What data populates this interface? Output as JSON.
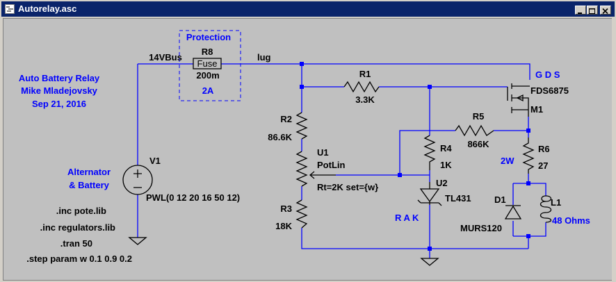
{
  "window": {
    "title": "Autorelay.asc"
  },
  "colors": {
    "wire": "#0000ff",
    "part": "#000000",
    "background": "#c0c0c0",
    "label": "#0000ff",
    "titlebar": "#0a246a"
  },
  "schematic": {
    "notes": {
      "title": "Auto Battery Relay",
      "author": "Mike Mladejovsky",
      "date": "Sep 21, 2016",
      "directives": [
        ".inc pote.lib",
        ".inc regulators.lib",
        ".tran 50",
        ".step param w  0.1 0.9 0.2"
      ],
      "gds": "G D S",
      "rak": "R A K",
      "power_2w": "2W"
    },
    "nets": {
      "bus": "14VBus",
      "lug": "lug"
    },
    "protection": {
      "label": "Protection",
      "fuse_name": "R8",
      "fuse_text": "Fuse",
      "fuse_value": "200m",
      "rating": "2A"
    },
    "source": {
      "name": "V1",
      "label1": "Alternator",
      "label2": "& Battery",
      "value": "PWL(0 12 20 16 50 12)"
    },
    "components": {
      "r1": {
        "name": "R1",
        "value": "3.3K"
      },
      "r2": {
        "name": "R2",
        "value": "86.6K"
      },
      "r3": {
        "name": "R3",
        "value": "18K"
      },
      "r4": {
        "name": "R4",
        "value": "1K"
      },
      "r5": {
        "name": "R5",
        "value": "866K"
      },
      "r6": {
        "name": "R6",
        "value": "27"
      },
      "u1": {
        "name": "U1",
        "model": "PotLin",
        "params": "Rt=2K set={w}"
      },
      "u2": {
        "name": "U2",
        "model": "TL431"
      },
      "m1": {
        "name": "M1",
        "model": "FDS6875"
      },
      "d1": {
        "name": "D1",
        "model": "MURS120"
      },
      "l1": {
        "name": "L1",
        "value": "48 Ohms"
      }
    }
  }
}
